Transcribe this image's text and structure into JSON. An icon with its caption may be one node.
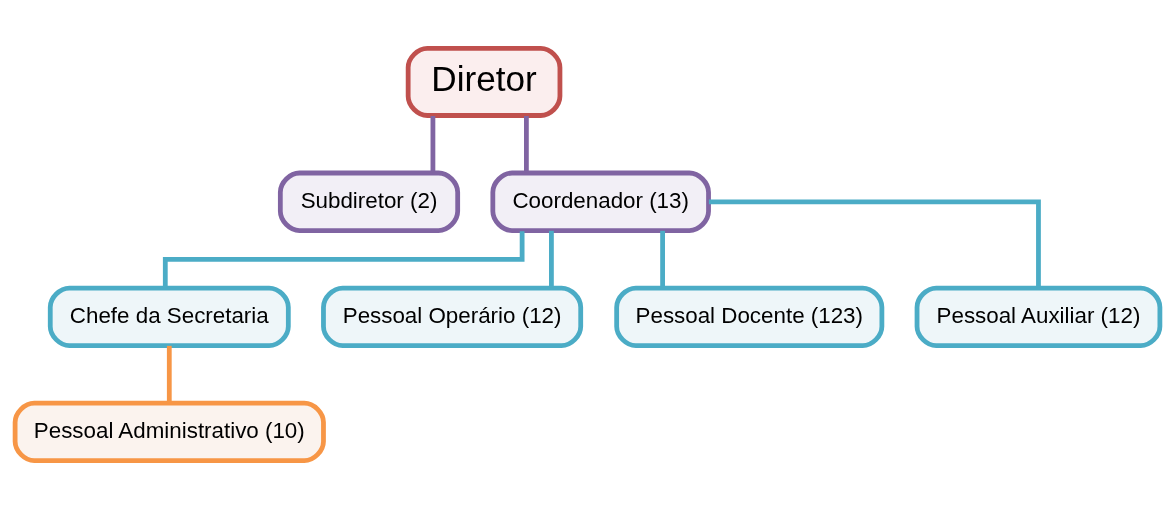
{
  "diagram": {
    "nodes": [
      {
        "text": [
          "Diretor"
        ]
      },
      {
        "text": [
          "Subdiretor (2)"
        ]
      },
      {
        "text": [
          "Coordenador (13)"
        ]
      },
      {
        "text": [
          "Chefe da Secretaria"
        ]
      },
      {
        "text": [
          "Pessoal Operário (12)"
        ]
      },
      {
        "text": [
          "Pessoal Docente (123)"
        ]
      },
      {
        "text": [
          "Pessoal Auxiliar (12)"
        ]
      },
      {
        "text": [
          "Pessoal Administrativo (10)"
        ]
      }
    ],
    "edges": [
      {
        "from": 0,
        "to": 1,
        "arrow": "none",
        "color": "#8064a2"
      },
      {
        "from": 0,
        "to": 2,
        "arrow": "none",
        "color": "#8064a2"
      },
      {
        "from": 2,
        "to": 3,
        "arrow": "none"
      },
      {
        "from": 2,
        "to": 4,
        "arrow": "none"
      },
      {
        "from": 2,
        "to": 5,
        "arrow": "none"
      },
      {
        "from": 2,
        "to": 6,
        "arrow": "none"
      },
      {
        "from": 3,
        "to": 7,
        "arrow": "none",
        "color": "#f79646"
      }
    ]
  }
}
